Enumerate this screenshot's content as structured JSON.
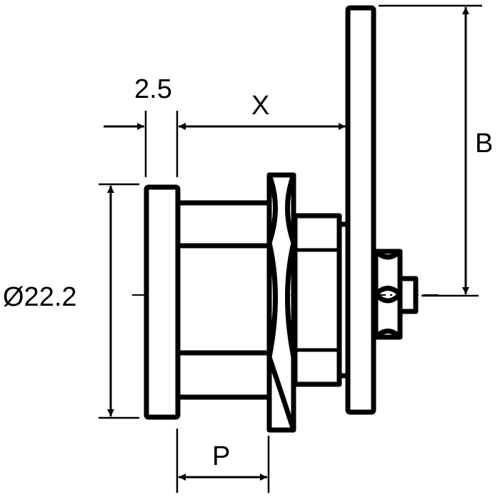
{
  "drawing": {
    "labels": {
      "flange_thickness": "2.5",
      "body_length": "X",
      "cam_height": "B",
      "diameter": "Ø22.2",
      "panel_range": "P"
    },
    "colors": {
      "ink": "#000000",
      "paper": "#ffffff"
    }
  }
}
